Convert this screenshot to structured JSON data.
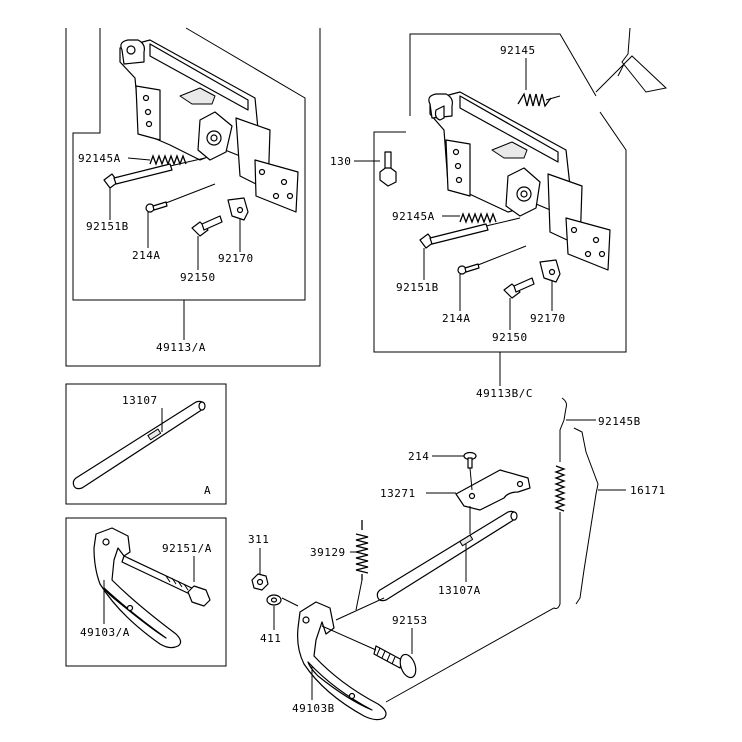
{
  "labels": {
    "p92145A_left": "92145A",
    "p92151B_left": "92151B",
    "p214A_left": "214A",
    "p92170_left": "92170",
    "p92150_left": "92150",
    "p49113A": "49113/A",
    "p92145_right": "92145",
    "p130": "130",
    "p92145A_right": "92145A",
    "p92151B_right": "92151B",
    "p214A_right": "214A",
    "p92170_right": "92170",
    "p92150_right": "92150",
    "p49113BC": "49113B/C",
    "p13107": "13107",
    "pA": "A",
    "p92151A": "92151/A",
    "p49103A": "49103/A",
    "p311": "311",
    "p411": "411",
    "p39129": "39129",
    "p214": "214",
    "p13271": "13271",
    "p13107A": "13107A",
    "p92153": "92153",
    "p49103B": "49103B",
    "p92145B": "92145B",
    "p16171": "16171"
  }
}
